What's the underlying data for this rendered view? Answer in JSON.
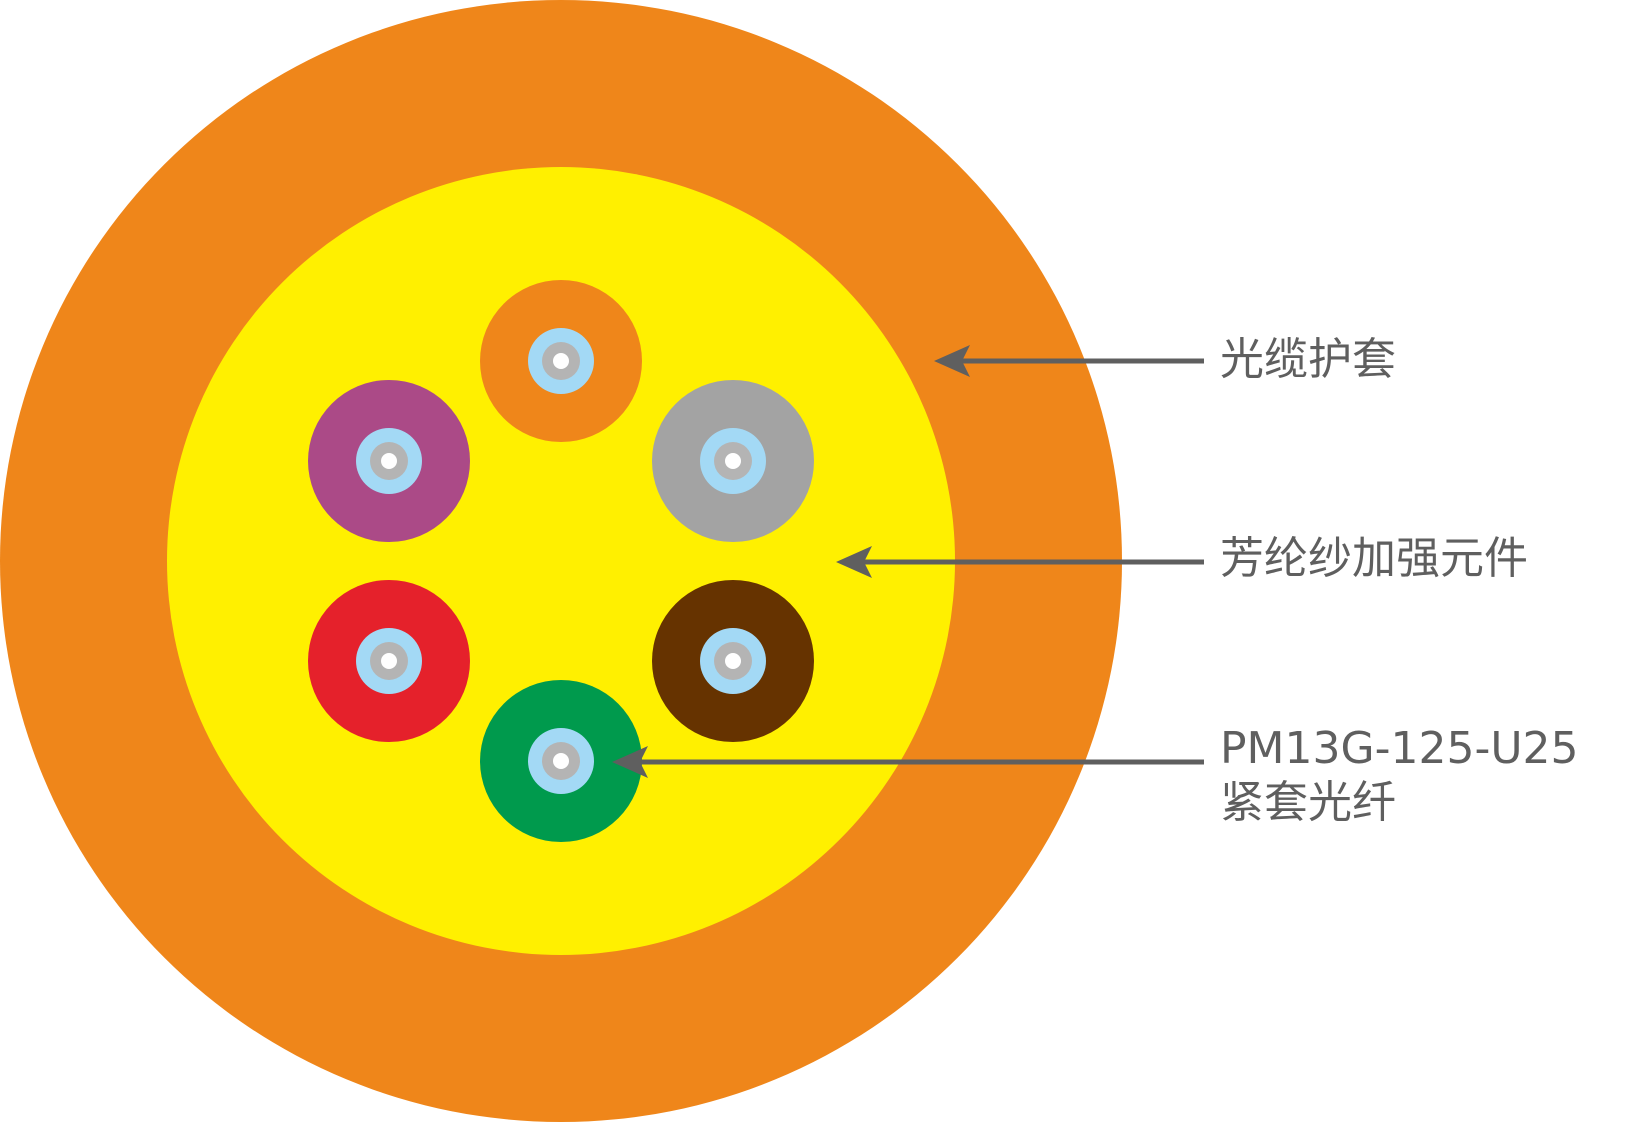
{
  "colors": {
    "outer_jacket": "#ef861a",
    "aramid_layer": "#fff000",
    "fiber_coating": "#a3d9f5",
    "fiber_cladding": "#b4b4b4",
    "fiber_core": "#ffffff",
    "arrow": "#5f5f5f",
    "label_text": "#5f5f5f"
  },
  "fibers": [
    {
      "name": "fiber-orange",
      "color": "#ef861a"
    },
    {
      "name": "fiber-gray",
      "color": "#a3a3a3"
    },
    {
      "name": "fiber-brown",
      "color": "#663300"
    },
    {
      "name": "fiber-green",
      "color": "#009a4d"
    },
    {
      "name": "fiber-red",
      "color": "#e5212b"
    },
    {
      "name": "fiber-purple",
      "color": "#ab4a87"
    }
  ],
  "labels": {
    "jacket": "光缆护套",
    "aramid": "芳纶纱加强元件",
    "fiber_line1": "PM13G-125-U25",
    "fiber_line2": "紧套光纤"
  }
}
